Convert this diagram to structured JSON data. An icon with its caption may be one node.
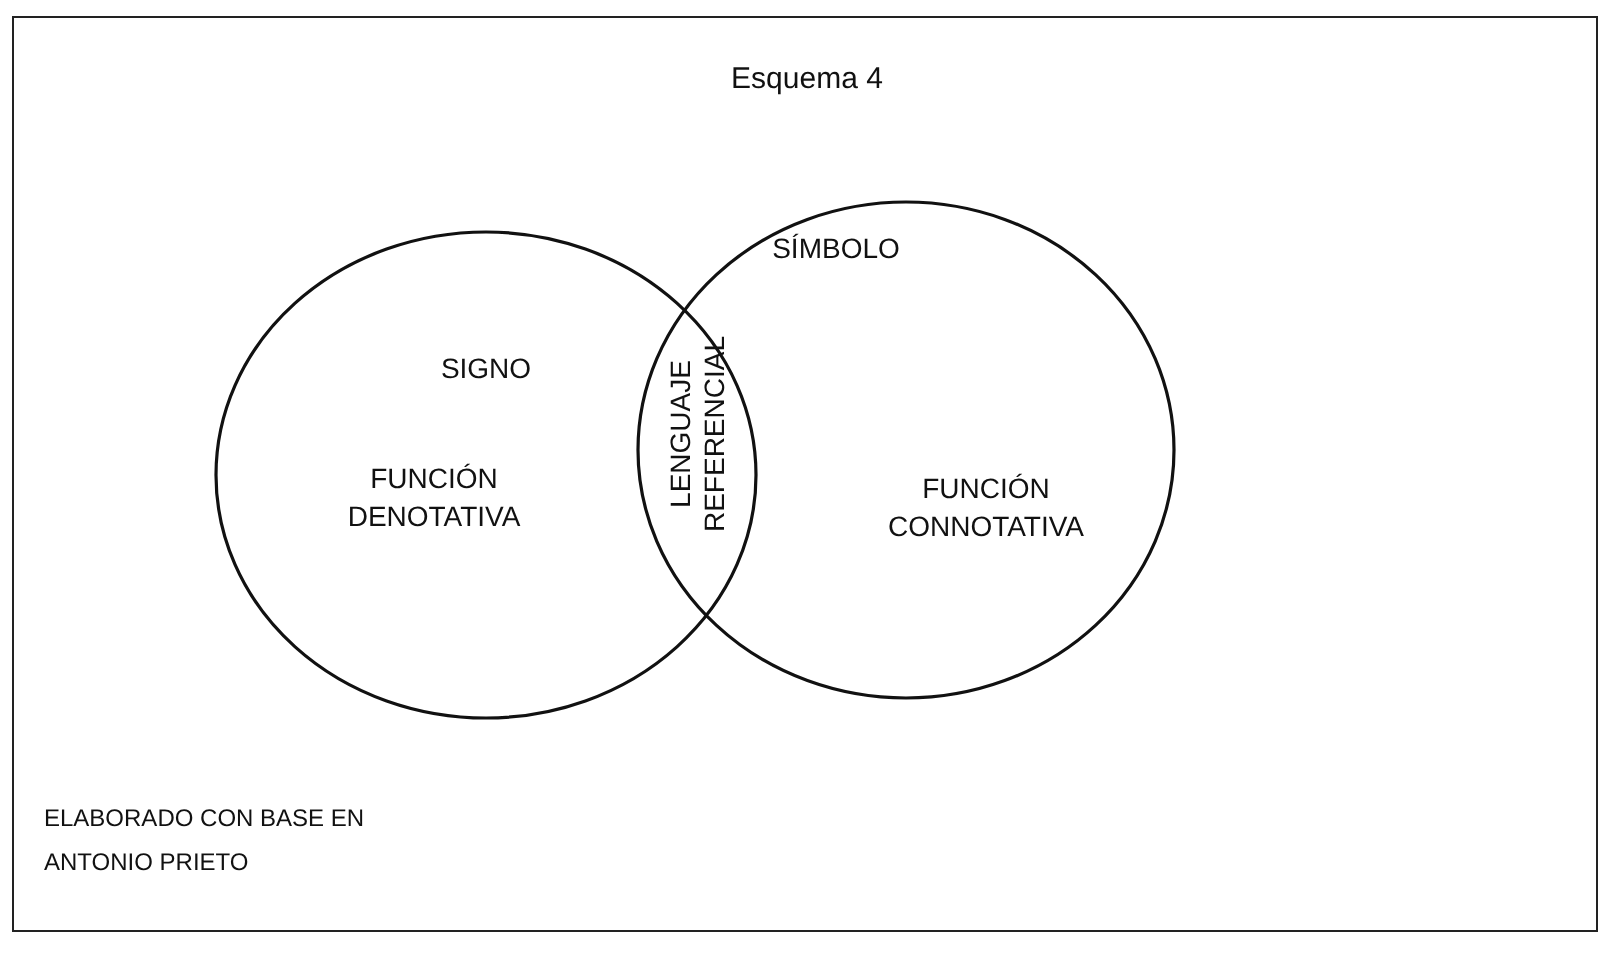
{
  "diagram": {
    "title": "Esquema 4",
    "nodes": [
      {
        "text": [
          "SIGNO",
          "FUNCIÓN DENOTATIVA"
        ]
      },
      {
        "text": [
          "SÍMBOLO",
          "FUNCIÓN CONNOTATIVA"
        ]
      }
    ],
    "labels": [
      "LENGUAJE REFERENCIAL",
      "ELABORADO CON BASE EN ANTONIO PRIETO"
    ]
  }
}
